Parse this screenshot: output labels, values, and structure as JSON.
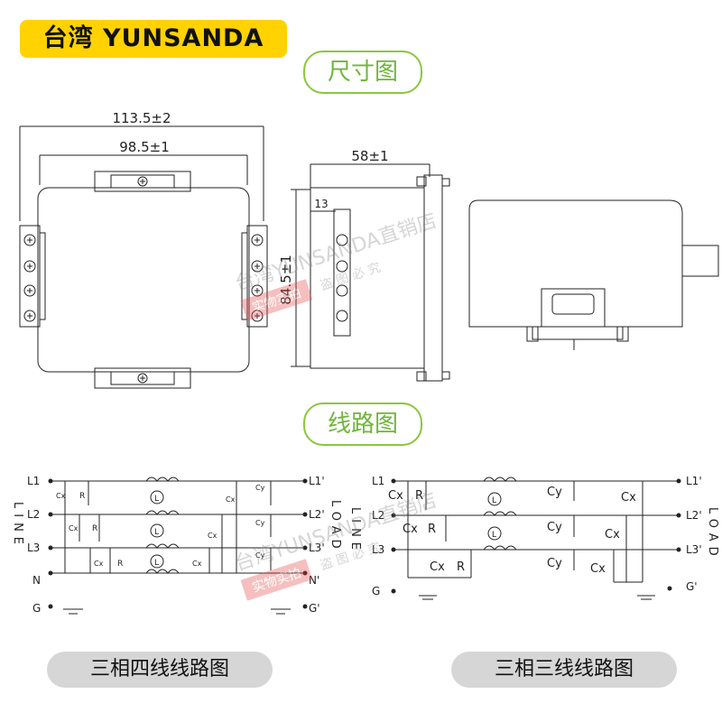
{
  "header": {
    "brand": "台湾 YUNSANDA"
  },
  "sections": {
    "dimensions_title": "尺寸图",
    "circuit_title": "线路图"
  },
  "dimensions": {
    "overall_width": "113.5±2",
    "mount_width": "98.5±1",
    "depth": "58±1",
    "terminal_offset": "13",
    "height": "84.5±1"
  },
  "watermark": {
    "brand_text": "台湾YUNSANDA直销店",
    "tag_text": "实物实拍",
    "notice_text": "盗 图 必 究"
  },
  "circuit4": {
    "caption": "三相四线线路图",
    "side_in": "LINE",
    "side_out": "LOAD",
    "inputs": [
      "L1",
      "L2",
      "L3",
      "N"
    ],
    "outputs": [
      "L1'",
      "L2'",
      "L3'",
      "N'"
    ],
    "ground_in": "G",
    "ground_out": "G'",
    "comp_cx": "Cx",
    "comp_r": "R",
    "comp_cy": "Cy",
    "comp_l": "L"
  },
  "circuit3": {
    "caption": "三相三线线路图",
    "side_in": "LINE",
    "side_out": "LOAD",
    "inputs": [
      "L1",
      "L2",
      "L3"
    ],
    "outputs": [
      "L1'",
      "L2'",
      "L3'"
    ],
    "ground_in": "G",
    "ground_out": "G'",
    "comp_cx": "Cx",
    "comp_r": "R",
    "comp_cy": "Cy",
    "comp_l": "L"
  },
  "colors": {
    "brand_bg": "#ffd200",
    "section_green": "#8ac63f",
    "caption_grey": "#d6d6d6",
    "watermark_red": "#e84a4a"
  }
}
